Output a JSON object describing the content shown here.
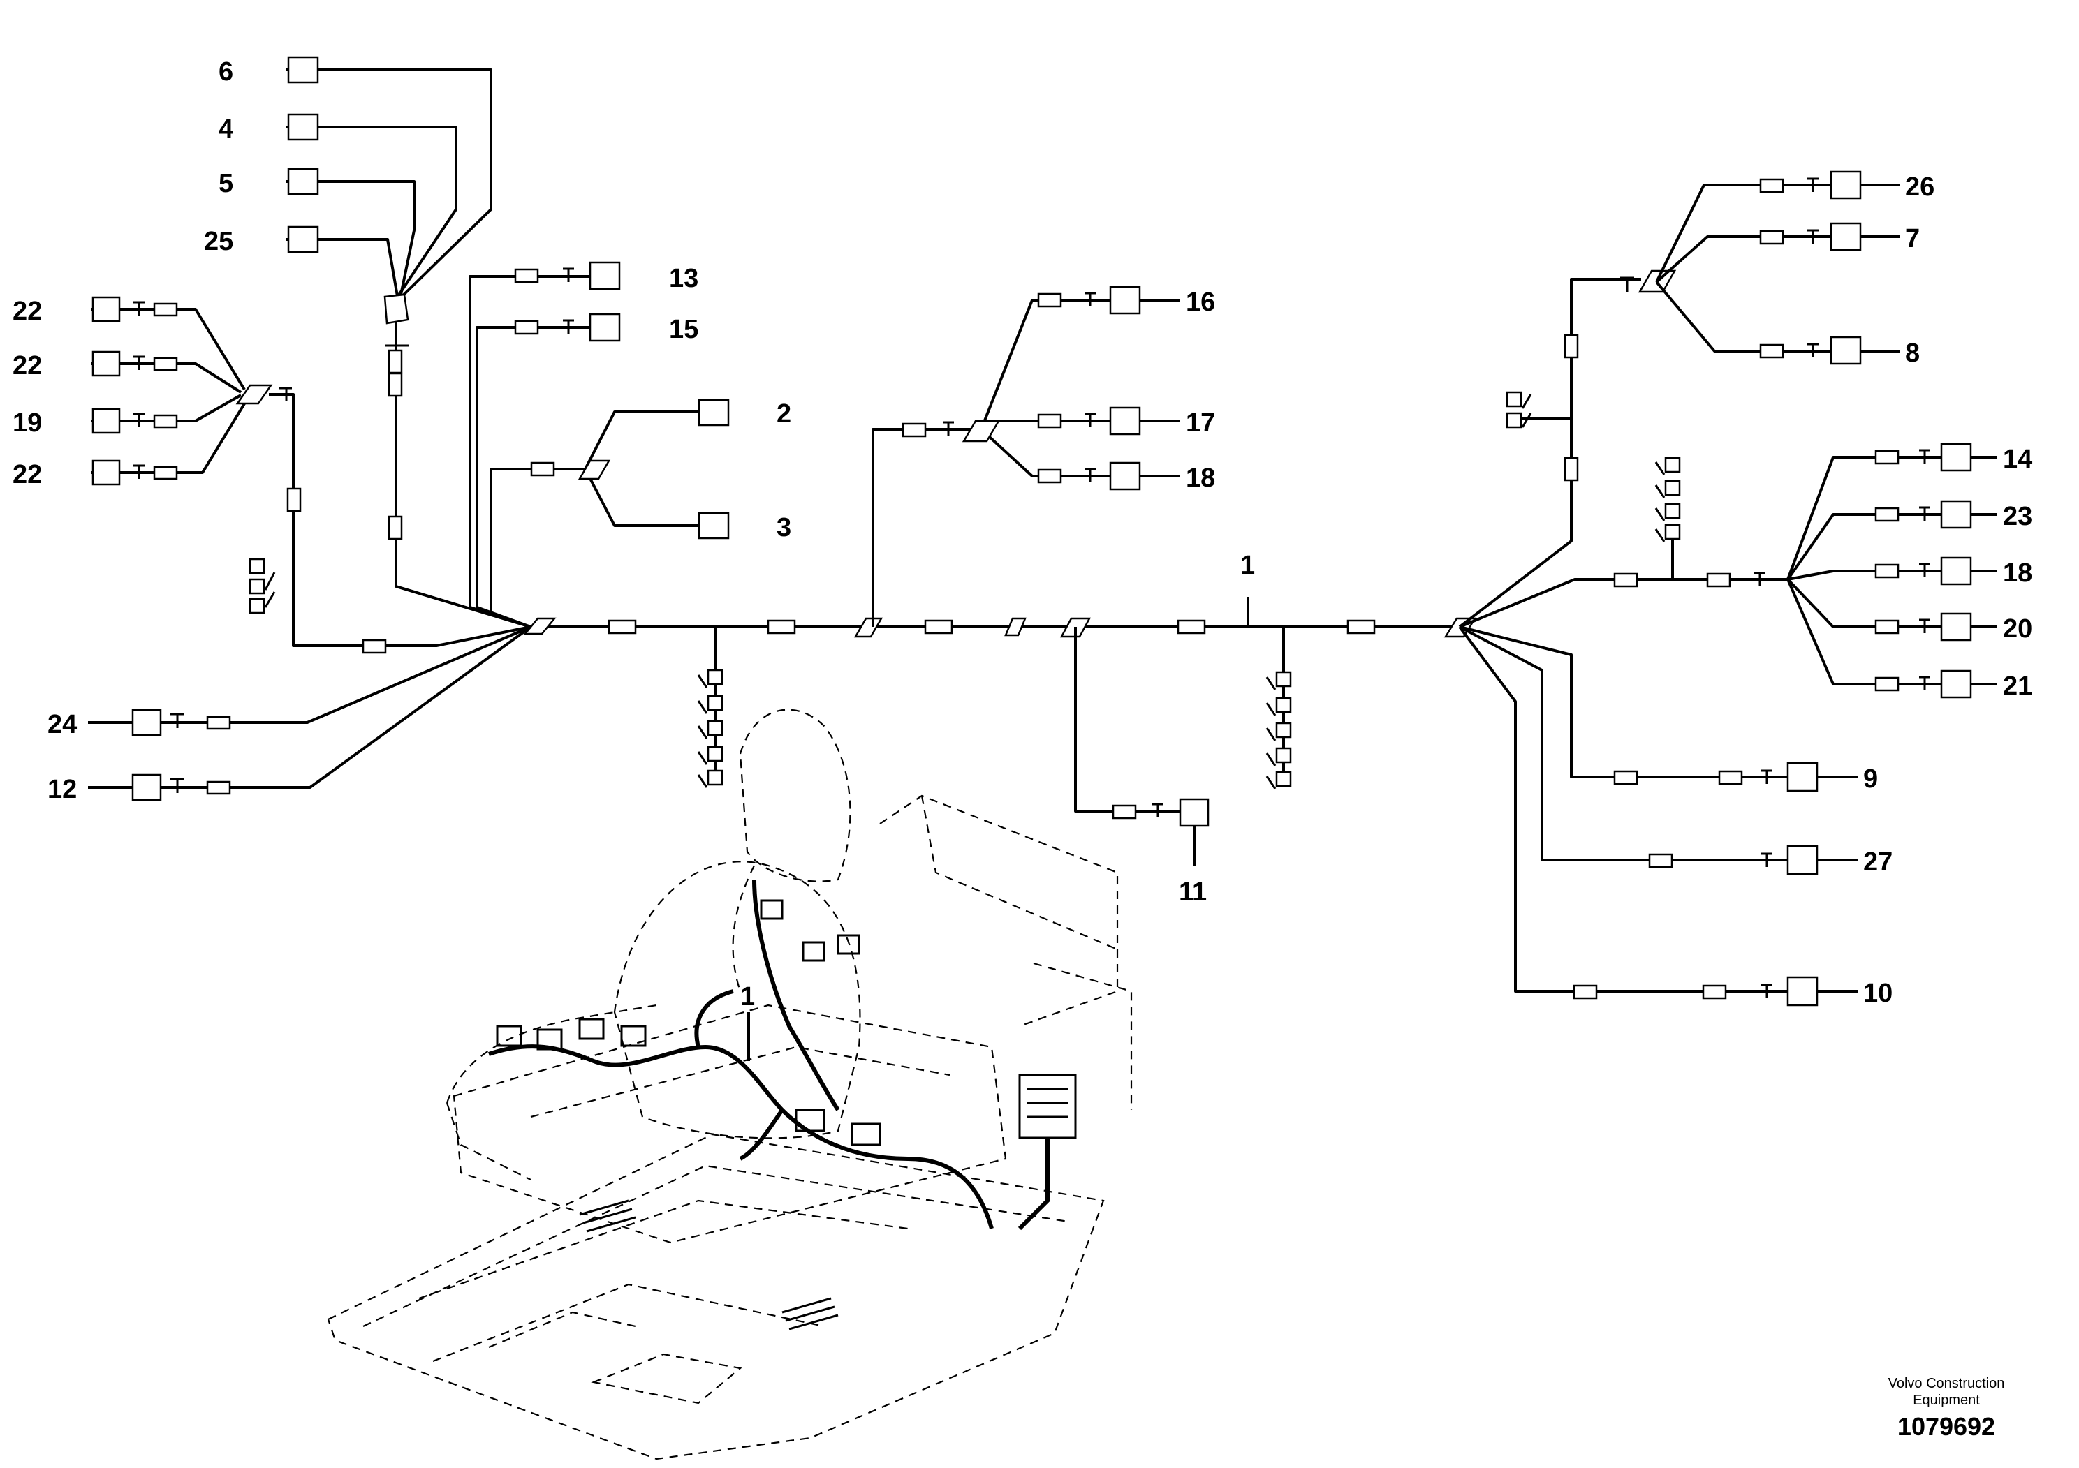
{
  "callouts": {
    "c6": "6",
    "c4": "4",
    "c5": "5",
    "c25": "25",
    "c22a": "22",
    "c22b": "22",
    "c19": "19",
    "c22c": "22",
    "c13": "13",
    "c15": "15",
    "c2": "2",
    "c3": "3",
    "c24": "24",
    "c12": "12",
    "c16": "16",
    "c17": "17",
    "c18a": "18",
    "c1_top": "1",
    "c11": "11",
    "c1_harness": "1",
    "c26": "26",
    "c7": "7",
    "c8": "8",
    "c14": "14",
    "c23": "23",
    "c18b": "18",
    "c20": "20",
    "c21": "21",
    "c9": "9",
    "c27": "27",
    "c10": "10"
  },
  "credit": {
    "company_line1": "Volvo Construction",
    "company_line2": "Equipment",
    "document_number": "1079692"
  }
}
